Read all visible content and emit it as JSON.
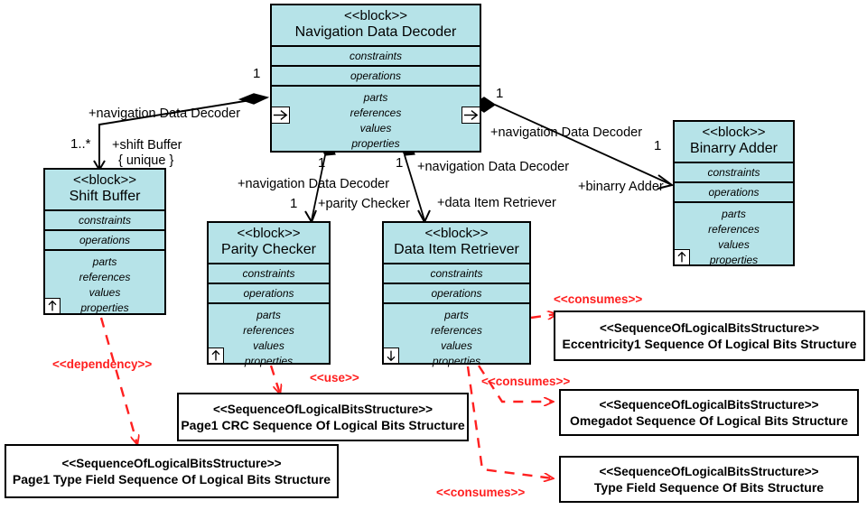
{
  "diagram": {
    "type": "SysML Block Definition Diagram",
    "colors": {
      "block_fill": "#b6e3e8",
      "block_border": "#000000",
      "structure_fill": "#ffffff",
      "dependency_red": "#ff2020",
      "association_black": "#000000"
    },
    "compartment_labels": {
      "constraints": "constraints",
      "operations": "operations",
      "parts": "parts",
      "references": "references",
      "values": "values",
      "properties": "properties"
    },
    "stereotype_block": "<<block>>"
  },
  "blocks": [
    {
      "id": "navigation-data-decoder",
      "stereotype": "<<block>>",
      "name": "Navigation Data Decoder",
      "icon": "none",
      "ports": [
        "flow-port-left",
        "flow-port-right"
      ]
    },
    {
      "id": "shift-buffer",
      "stereotype": "<<block>>",
      "name": "Shift Buffer",
      "icon": "up-arrow-icon"
    },
    {
      "id": "parity-checker",
      "stereotype": "<<block>>",
      "name": "Parity Checker",
      "icon": "up-arrow-icon"
    },
    {
      "id": "data-item-retriever",
      "stereotype": "<<block>>",
      "name": "Data Item Retriever",
      "icon": "down-arrow-icon"
    },
    {
      "id": "binarry-adder",
      "stereotype": "<<block>>",
      "name": "Binarry Adder",
      "icon": "up-arrow-icon"
    }
  ],
  "structures": [
    {
      "id": "eccentricity1",
      "stereotype": "<<SequenceOfLogicalBitsStructure>>",
      "name": "Eccentricity1 Sequence Of Logical Bits Structure"
    },
    {
      "id": "omegadot",
      "stereotype": "<<SequenceOfLogicalBitsStructure>>",
      "name": "Omegadot Sequence Of Logical Bits Structure"
    },
    {
      "id": "type-field",
      "stereotype": "<<SequenceOfLogicalBitsStructure>>",
      "name": "Type Field Sequence Of Bits Structure"
    },
    {
      "id": "page1-crc",
      "stereotype": "<<SequenceOfLogicalBitsStructure>>",
      "name": "Page1 CRC Sequence Of Logical Bits Structure"
    },
    {
      "id": "page1-type-field",
      "stereotype": "<<SequenceOfLogicalBitsStructure>>",
      "name": "Page1 Type Field Sequence Of Logical Bits Structure"
    }
  ],
  "association_labels": {
    "shift_buffer_mult_source": "1",
    "shift_buffer_role_source": "+navigation Data Decoder",
    "shift_buffer_mult_target": "1..*",
    "shift_buffer_role_target": "+shift Buffer",
    "shift_buffer_constraint": "{ unique }",
    "parity_mult_source": "1",
    "parity_role_source": "+navigation Data Decoder",
    "parity_mult_target": "1",
    "parity_role_target": "+parity Checker",
    "retriever_mult_source": "1",
    "retriever_role_source": "+navigation Data Decoder",
    "retriever_role_target": "+data Item Retriever",
    "adder_mult_source": "1",
    "adder_role_source": "+navigation Data Decoder",
    "adder_mult_target": "1",
    "adder_role_target": "+binarry Adder"
  },
  "dependency_labels": {
    "dependency": "<<dependency>>",
    "use": "<<use>>",
    "consumes_eccentricity": "<<consumes>>",
    "consumes_omegadot": "<<consumes>>",
    "consumes_typefield": "<<consumes>>"
  }
}
